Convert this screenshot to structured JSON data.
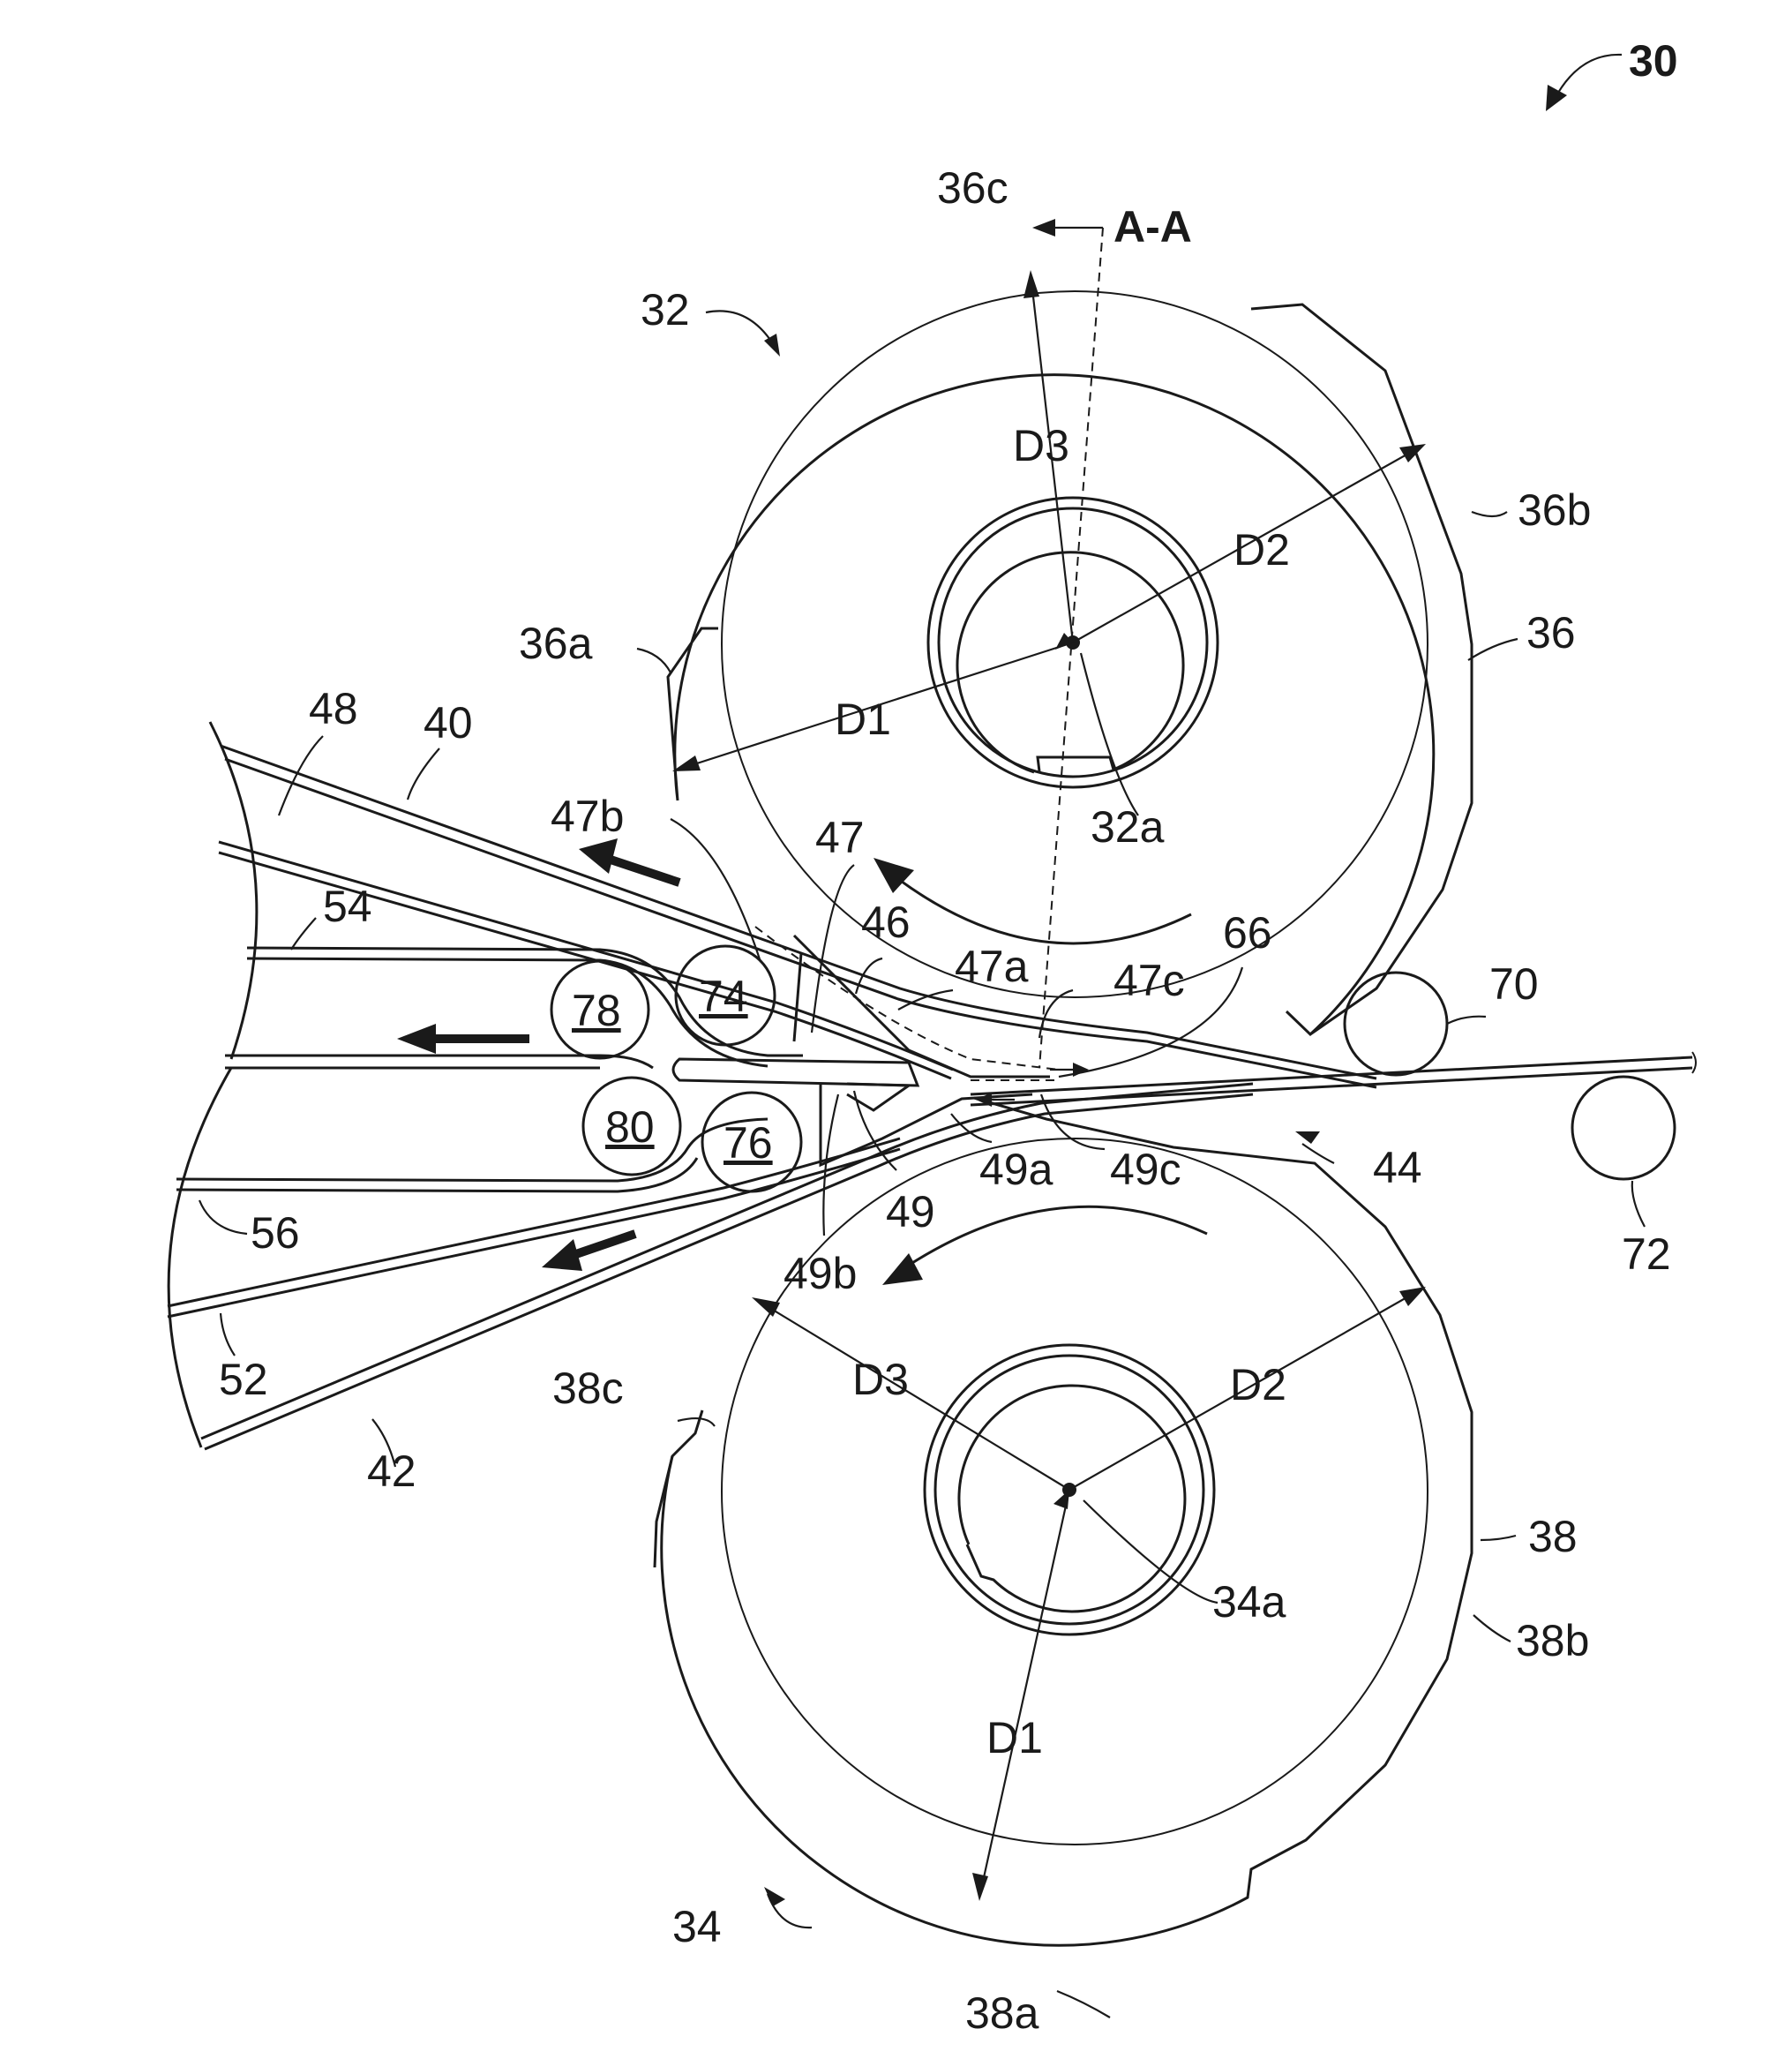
{
  "figure": {
    "ref": "30",
    "section": "A-A",
    "labels": {
      "r32": "32",
      "r32a": "32a",
      "r34": "34",
      "r34a": "34a",
      "r36": "36",
      "r36a": "36a",
      "r36b": "36b",
      "r36c": "36c",
      "r38": "38",
      "r38a": "38a",
      "r38b": "38b",
      "r38c": "38c",
      "r40": "40",
      "r42": "42",
      "r44": "44",
      "r46": "46",
      "r47": "47",
      "r47a": "47a",
      "r47b": "47b",
      "r47c": "47c",
      "r48": "48",
      "r49": "49",
      "r49a": "49a",
      "r49b": "49b",
      "r49c": "49c",
      "r52": "52",
      "r54": "54",
      "r56": "56",
      "r66": "66",
      "r70": "70",
      "r72": "72",
      "r74": "74",
      "r76": "76",
      "r78": "78",
      "r80": "80",
      "top_D1": "D1",
      "top_D2": "D2",
      "top_D3": "D3",
      "bot_D1": "D1",
      "bot_D2": "D2",
      "bot_D3": "D3"
    }
  }
}
